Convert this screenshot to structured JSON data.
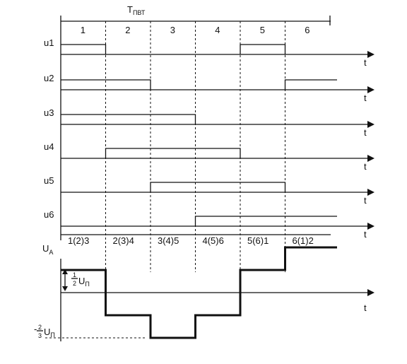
{
  "period_label": "T",
  "period_subscript": "ПВТ",
  "intervals": [
    "1",
    "2",
    "3",
    "4",
    "5",
    "6"
  ],
  "time_axis_label": "t",
  "signals": [
    {
      "name": "u1",
      "high_intervals": [
        1,
        5
      ]
    },
    {
      "name": "u2",
      "high_intervals": [
        1,
        2,
        6
      ]
    },
    {
      "name": "u3",
      "high_intervals": [
        1,
        2,
        3
      ]
    },
    {
      "name": "u4",
      "high_intervals": [
        2,
        3,
        4
      ]
    },
    {
      "name": "u5",
      "high_intervals": [
        3,
        4,
        5
      ]
    },
    {
      "name": "u6",
      "high_intervals": [
        4,
        5,
        6
      ]
    }
  ],
  "phase_output": {
    "name": "U",
    "subscript": "A",
    "states": [
      "1(2)3",
      "2(3)4",
      "3(4)5",
      "4(5)6",
      "5(6)1",
      "6(1)2"
    ],
    "levels": [
      0.333,
      -0.333,
      -0.667,
      -0.333,
      0.333,
      0.667
    ],
    "label_upper": "U",
    "label_upper_subscript": "П",
    "label_upper_fraction": {
      "num": "1",
      "den": "2"
    },
    "label_lower_sign": "-",
    "label_lower_fraction": {
      "num": "2",
      "den": "3"
    },
    "label_lower": "U",
    "label_lower_subscript": "П"
  }
}
